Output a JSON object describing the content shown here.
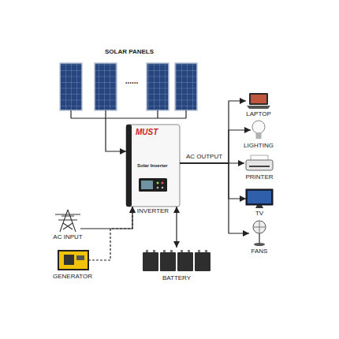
{
  "diagram": {
    "nodes": [
      {
        "text": [
          "SOLAR PANELS"
        ]
      },
      {
        "text": [
          "MUST",
          "Solar Inverter",
          "INVERTER"
        ]
      },
      {
        "text": [
          "AC INPUT"
        ]
      },
      {
        "text": [
          "GENERATOR"
        ]
      },
      {
        "text": [
          "BATTERY"
        ]
      },
      {
        "text": [
          "LAPTOP"
        ]
      },
      {
        "text": [
          "LIGHTING"
        ]
      },
      {
        "text": [
          "PRINTER"
        ]
      },
      {
        "text": [
          "TV"
        ]
      },
      {
        "text": [
          "FANS"
        ]
      }
    ],
    "edges": [
      {
        "from": 0,
        "to": 1,
        "arrow": "to"
      },
      {
        "from": 2,
        "to": 1,
        "arrow": "to"
      },
      {
        "from": 3,
        "to": 1,
        "arrow": "to"
      },
      {
        "from": 1,
        "to": 4,
        "arrow": "both"
      },
      {
        "from": 1,
        "to": 5,
        "arrow": "to"
      },
      {
        "from": 1,
        "to": 6,
        "arrow": "to"
      },
      {
        "from": 1,
        "to": 7,
        "arrow": "to",
        "label": "AC OUTPUT"
      },
      {
        "from": 1,
        "to": 8,
        "arrow": "to"
      },
      {
        "from": 1,
        "to": 9,
        "arrow": "to"
      }
    ],
    "labels": [
      "......"
    ]
  }
}
